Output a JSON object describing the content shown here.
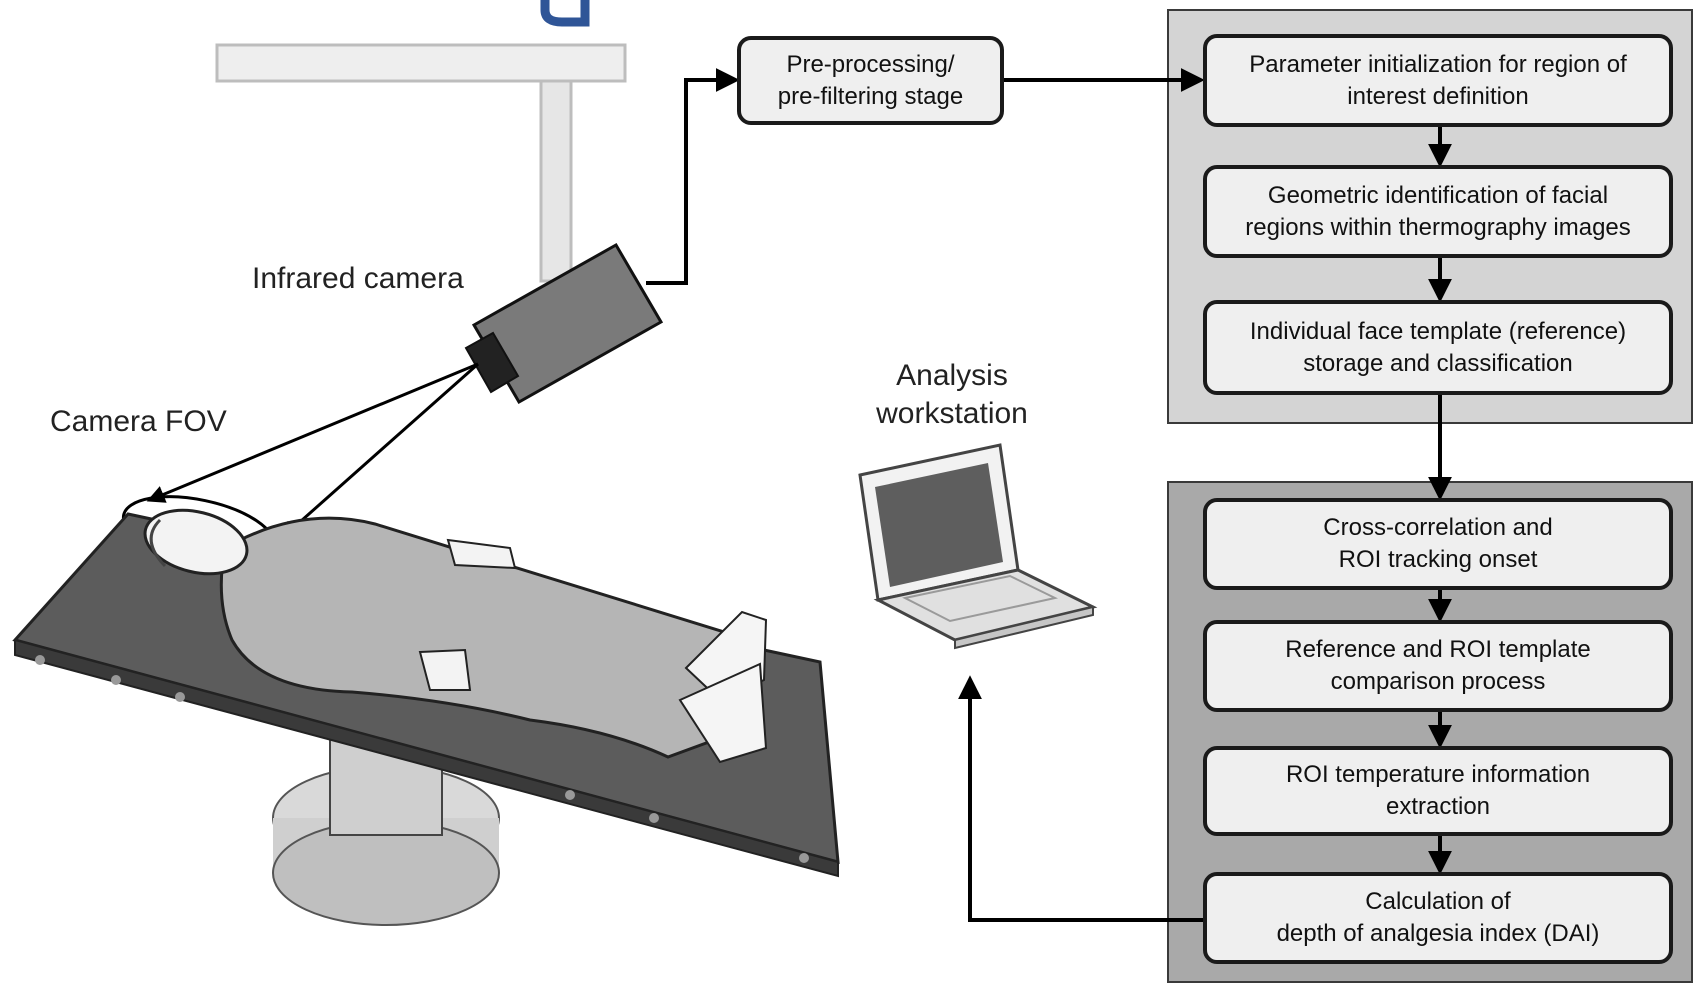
{
  "labels": {
    "infrared_camera": "Infrared camera",
    "camera_fov": "Camera FOV",
    "analysis_workstation": "Analysis\nworkstation"
  },
  "preprocessing": "Pre-processing/\npre-filtering stage",
  "panel_top": {
    "steps": [
      "Parameter initialization for region of\ninterest definition",
      "Geometric identification of facial\nregions within thermography images",
      "Individual face template (reference)\nstorage and classification"
    ]
  },
  "panel_bottom": {
    "steps": [
      "Cross-correlation and\nROI tracking onset",
      "Reference and ROI template\ncomparison process",
      "ROI temperature information\nextraction",
      "Calculation of\ndepth of analgesia index (DAI)"
    ]
  },
  "colors": {
    "panel_top_fill": "#d4d4d4",
    "panel_bottom_fill": "#a9a9a9",
    "box_fill": "#efefef",
    "title_accent": "#2f5597"
  }
}
